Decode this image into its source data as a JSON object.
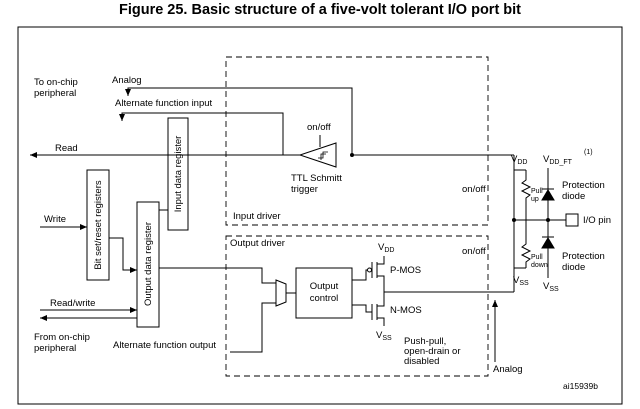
{
  "title": "Figure 25. Basic structure of a five-volt tolerant I/O port bit",
  "labels": {
    "to_onchip_peripheral": [
      "To on-chip",
      "peripheral"
    ],
    "analog_top": "Analog",
    "alt_func_input": "Alternate function input",
    "read": "Read",
    "write": "Write",
    "read_write": "Read/write",
    "from_onchip_peripheral": [
      "From on-chip",
      "peripheral"
    ],
    "alt_func_output": "Alternate function output",
    "input_data_register": "Input data register",
    "bit_set_reset_registers": "Bit set/reset registers",
    "output_data_register": "Output data register",
    "onoff_schmitt": "on/off",
    "ttl_schmitt_trigger": [
      "TTL Schmitt",
      "trigger"
    ],
    "input_driver": "Input driver",
    "output_driver": "Output driver",
    "vdd_main": "V",
    "vdd_sub": "DD",
    "vdd_ft_sub": "DD_FT",
    "vdd_ft_note": "(1)",
    "vss_main": "V",
    "vss_sub": "SS",
    "onoff_pullup": "on/off",
    "onoff_pulldown": "on/off",
    "pull_up": [
      "Pull",
      "up"
    ],
    "pull_down": [
      "Pull",
      "down"
    ],
    "protection_diode_top": [
      "Protection",
      "diode"
    ],
    "protection_diode_bottom": [
      "Protection",
      "diode"
    ],
    "io_pin": "I/O pin",
    "output_control": [
      "Output",
      "control"
    ],
    "p_mos": "P-MOS",
    "n_mos": "N-MOS",
    "push_pull": [
      "Push-pull,",
      "open-drain or",
      "disabled"
    ],
    "analog_bottom": "Analog",
    "reference": "ai15939b"
  }
}
